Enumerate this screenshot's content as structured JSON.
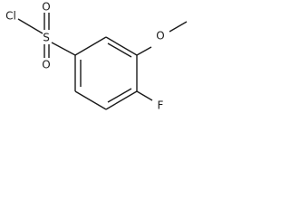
{
  "structure": {
    "atoms": {
      "chlorine": "Cl",
      "sulfur": "S",
      "oxygen_top": "O",
      "oxygen_bottom": "O",
      "oxygen_methoxy": "O",
      "fluorine": "F"
    }
  }
}
